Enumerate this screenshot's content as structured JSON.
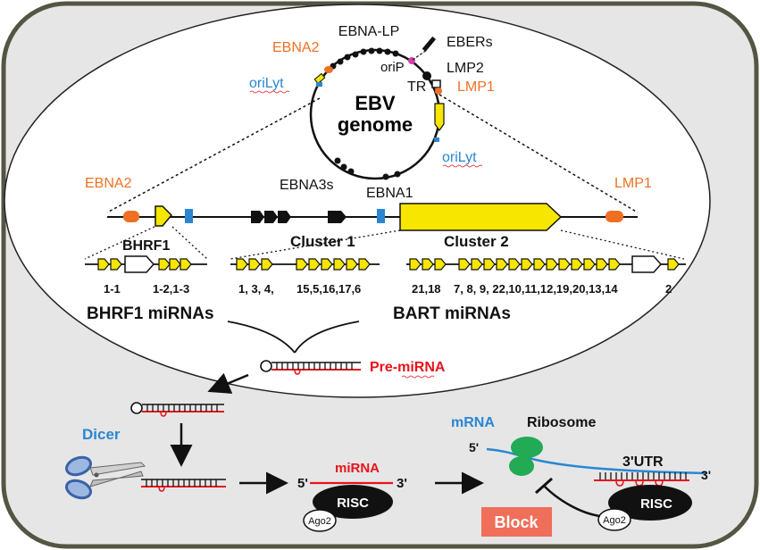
{
  "genome": {
    "title_line1": "EBV",
    "title_line2": "genome",
    "labels": {
      "ebna_lp": "EBNA-LP",
      "ebers": "EBERs",
      "ebna2": "EBNA2",
      "orip": "oriP",
      "lmp2": "LMP2",
      "orilyt_left": "oriLyt",
      "tr": "TR",
      "lmp1": "LMP1",
      "orilyt_right": "oriLyt"
    }
  },
  "linear_map": {
    "ebna2": "EBNA2",
    "ebna3s": "EBNA3s",
    "ebna1": "EBNA1",
    "lmp1": "LMP1"
  },
  "clusters": {
    "bhrf1_title": "BHRF1",
    "cluster1_title": "Cluster 1",
    "cluster2_title": "Cluster 2",
    "bhrf1_left_ids": "1-1",
    "bhrf1_right_ids": "1-2,1-3",
    "cluster1_left_ids": "1, 3, 4,",
    "cluster1_right_ids": "15,5,16,17,6",
    "cluster2_left_ids": "21,18",
    "cluster2_mid_ids": "7, 8, 9, 22,10,11,12,19,20,13,14",
    "cluster2_right_ids": "2",
    "bhrf1_mirnas": "BHRF1 miRNAs",
    "bart_mirnas": "BART miRNAs"
  },
  "processing": {
    "pre_mirna": "Pre-miRNA",
    "dicer": "Dicer",
    "mirna": "miRNA",
    "five_prime": "5'",
    "three_prime": "3'",
    "risc": "RISC",
    "ago2": "Ago2",
    "mrna": "mRNA",
    "ribosome": "Ribosome",
    "mrna_five_prime": "5'",
    "utr": "3'UTR",
    "mrna_three_prime": "3'",
    "risc2": "RISC",
    "ago2_2": "Ago2",
    "block": "Block"
  },
  "colors": {
    "orange": "#f07023",
    "blue": "#2a86d1",
    "yellow": "#f6e600",
    "red": "#e8121b",
    "block_box": "#ef6f5a",
    "cell_fill": "#e6e6e6",
    "cell_border": "#555544",
    "green": "#22aa55"
  }
}
